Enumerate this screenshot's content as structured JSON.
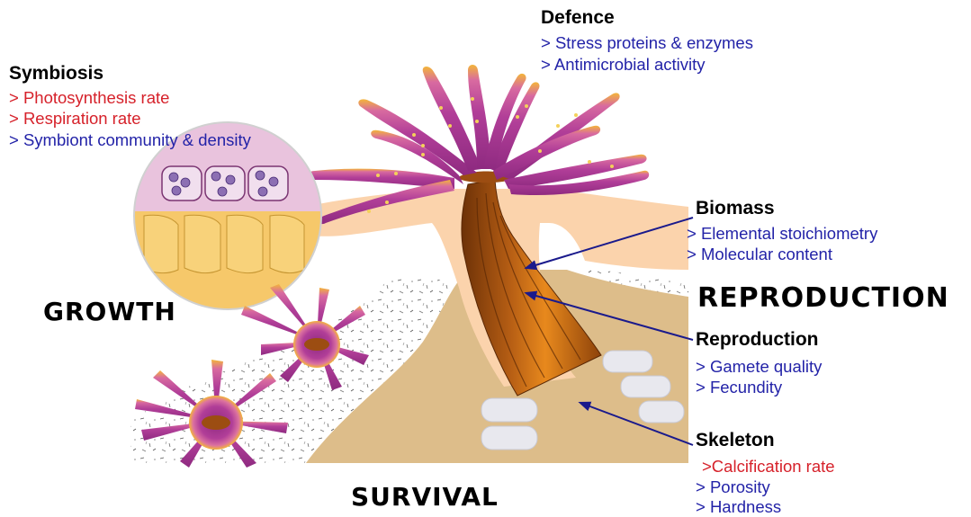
{
  "colors": {
    "heading": "#000000",
    "blue_item": "#2323a8",
    "red_item": "#d6212a",
    "arrow": "#1a1a8c",
    "tentacle_purple": "#9b2c86",
    "tentacle_tip": "#f3b53a",
    "skeleton_tan": "#ddbd8a",
    "tissue_peach": "#fbd3ac",
    "polyp_brown": "#b65e14"
  },
  "icons": [
    "coral-polyp-illustration",
    "symbiont-magnifier-inset",
    "juvenile-polyp-icon"
  ],
  "outcomes": {
    "growth": "GROWTH",
    "reproduction": "REPRODUCTION",
    "survival": "SURVIVAL"
  },
  "symbiosis": {
    "title": "Symbiosis",
    "items": [
      "> Photosynthesis rate",
      "> Respiration rate",
      "> Symbiont community & density"
    ]
  },
  "defence": {
    "title": "Defence",
    "items": [
      "> Stress proteins & enzymes",
      "> Antimicrobial activity"
    ]
  },
  "biomass": {
    "title": "Biomass",
    "items": [
      "> Elemental stoichiometry",
      "> Molecular content"
    ]
  },
  "reproduction": {
    "title": "Reproduction",
    "items": [
      "> Gamete quality",
      "> Fecundity"
    ]
  },
  "skeleton": {
    "title": "Skeleton",
    "items": [
      ">Calcification rate",
      "> Porosity",
      "> Hardness"
    ]
  }
}
